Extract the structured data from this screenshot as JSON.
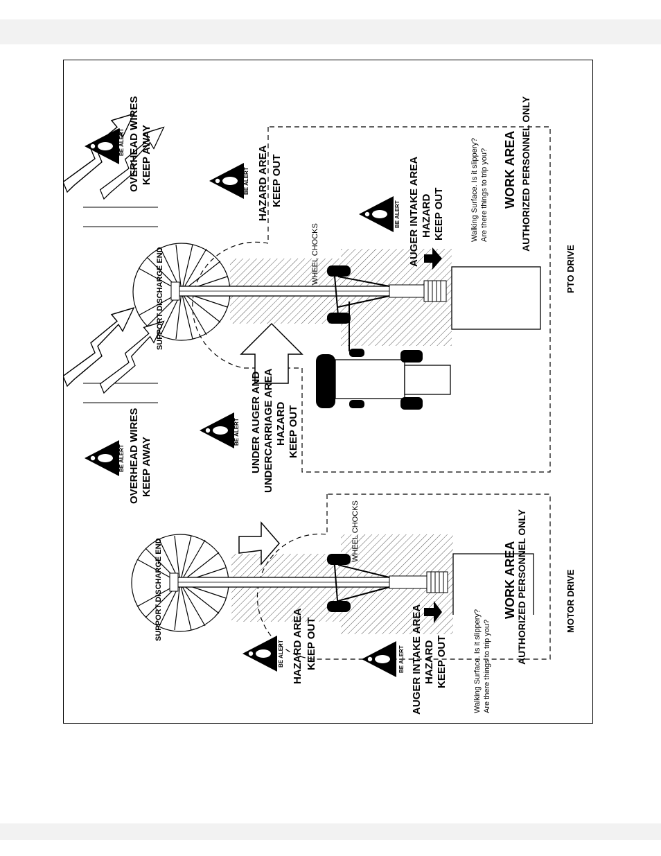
{
  "diagram": {
    "top_left_warning": {
      "badge": "BE ALERT",
      "line1": "OVERHEAD WIRES",
      "line2": "KEEP AWAY"
    },
    "top_right_warning": {
      "badge": "BE ALERT",
      "line1": "OVERHEAD WIRES",
      "line2": "KEEP AWAY"
    },
    "pto": {
      "hazard": {
        "badge": "BE ALERT",
        "line1": "HAZARD AREA",
        "line2": "KEEP OUT"
      },
      "intake": {
        "badge": "BE ALERT",
        "line1": "AUGER INTAKE AREA",
        "line2": "HAZARD",
        "line3": "KEEP OUT"
      },
      "support_label": "SUPPORT DISCHARGE END",
      "wheel_chocks": "WHEEL CHOCKS",
      "walking_1": "Walking Surface. Is it slippery?",
      "walking_2": "Are there things to trip you?",
      "work_area": "WORK AREA",
      "authorized": "AUTHORIZED PERSONNEL ONLY",
      "drive_label": "PTO DRIVE"
    },
    "under": {
      "badge": "BE ALERT",
      "line1": "UNDER AUGER AND",
      "line2": "UNDERCARRIAGE AREA",
      "line3": "HAZARD",
      "line4": "KEEP OUT"
    },
    "motor": {
      "hazard": {
        "badge": "BE ALERT",
        "line1": "HAZARD AREA",
        "line2": "KEEP OUT"
      },
      "intake": {
        "badge": "BE ALERT",
        "line1": "AUGER INTAKE AREA",
        "line2": "HAZARD",
        "line3": "KEEP OUT"
      },
      "support_label": "SUPPORT DISCHARGE END",
      "wheel_chocks": "WHEEL CHOCKS",
      "walking_1": "Walking Surface. Is it slippery?",
      "walking_2": "Are there things to trip you?",
      "work_area": "WORK AREA",
      "authorized": "AUTHORIZED PERSONNEL ONLY",
      "drive_label": "MOTOR DRIVE"
    }
  }
}
